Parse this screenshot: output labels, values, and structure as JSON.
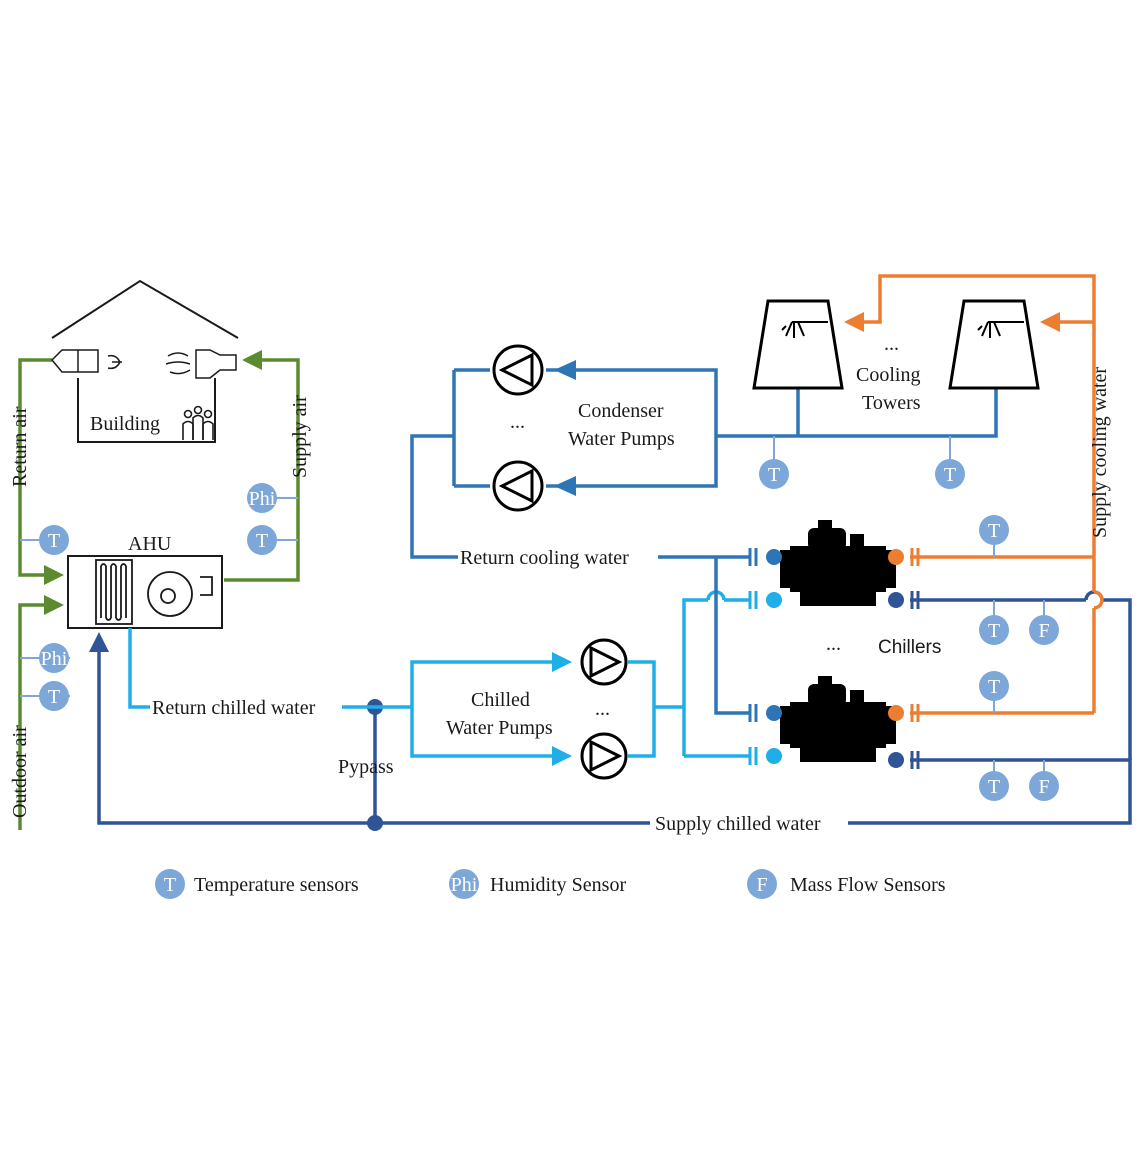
{
  "colors": {
    "air": "#5b8a2f",
    "condenser_water": "#2e75b6",
    "chilled_return": "#1eaee8",
    "chilled_supply": "#2f5597",
    "cooling_supply": "#ed7d31",
    "sensor": "#7da7d9",
    "black": "#000000"
  },
  "building": {
    "label": "Building"
  },
  "ahu": {
    "label": "AHU"
  },
  "air_lines": {
    "return_air": "Return air",
    "supply_air": "Supply air",
    "outdoor_air": "Outdoor air"
  },
  "condenser": {
    "label_line1": "Condenser",
    "label_line2": "Water Pumps",
    "ellipsis": "..."
  },
  "towers": {
    "ellipsis": "...",
    "label_line1": "Cooling",
    "label_line2": "Towers"
  },
  "chilled_pumps": {
    "label_line1": "Chilled",
    "label_line2": "Water Pumps",
    "ellipsis": "..."
  },
  "chillers": {
    "ellipsis": "...",
    "label": "Chillers"
  },
  "pipes": {
    "return_cooling_water": "Return cooling water",
    "supply_cooling_water": "Supply cooling water",
    "return_chilled_water": "Return chilled water",
    "supply_chilled_water": "Supply chilled water",
    "bypass": "Pypass"
  },
  "sensors": {
    "temperature": "T",
    "humidity": "Phi",
    "flow": "F"
  },
  "legend": {
    "temperature": "Temperature sensors",
    "humidity": "Humidity Sensor",
    "flow": "Mass Flow Sensors"
  }
}
